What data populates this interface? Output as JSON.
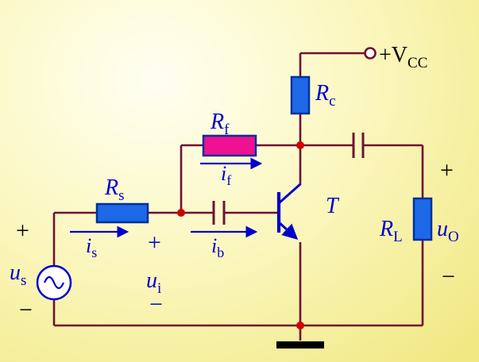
{
  "title": "transistor-feedback-amplifier-circuit",
  "colors": {
    "wire": "#6e1235",
    "resistor_fill": "#1d68e6",
    "resistor_stroke": "#002f9e",
    "feedback_resistor_fill": "#ee1191",
    "device_blue": "#0000cd",
    "node_red": "#cf0000",
    "background_yellow": "#f0e77e",
    "label_blue": "#0000cd",
    "label_black": "#000000"
  },
  "labels": {
    "vcc": {
      "main": "+V",
      "sub": "CC"
    },
    "rc": {
      "main": "R",
      "sub": "c"
    },
    "rf": {
      "main": "R",
      "sub": "f"
    },
    "rs": {
      "main": "R",
      "sub": "s"
    },
    "rl": {
      "main": "R",
      "sub": "L"
    },
    "transistor": {
      "main": "T"
    },
    "us": {
      "main": "u",
      "sub": "s"
    },
    "ui": {
      "main": "u",
      "sub": "i"
    },
    "uo": {
      "main": "u",
      "sub": "O"
    },
    "is": {
      "main": "i",
      "sub": "s"
    },
    "if": {
      "main": "i",
      "sub": "f"
    },
    "ib": {
      "main": "i",
      "sub": "b"
    },
    "us_plus": "+",
    "us_minus": "−",
    "ui_plus": "+",
    "ui_minus": "−",
    "uo_plus": "+",
    "uo_minus": "−"
  }
}
